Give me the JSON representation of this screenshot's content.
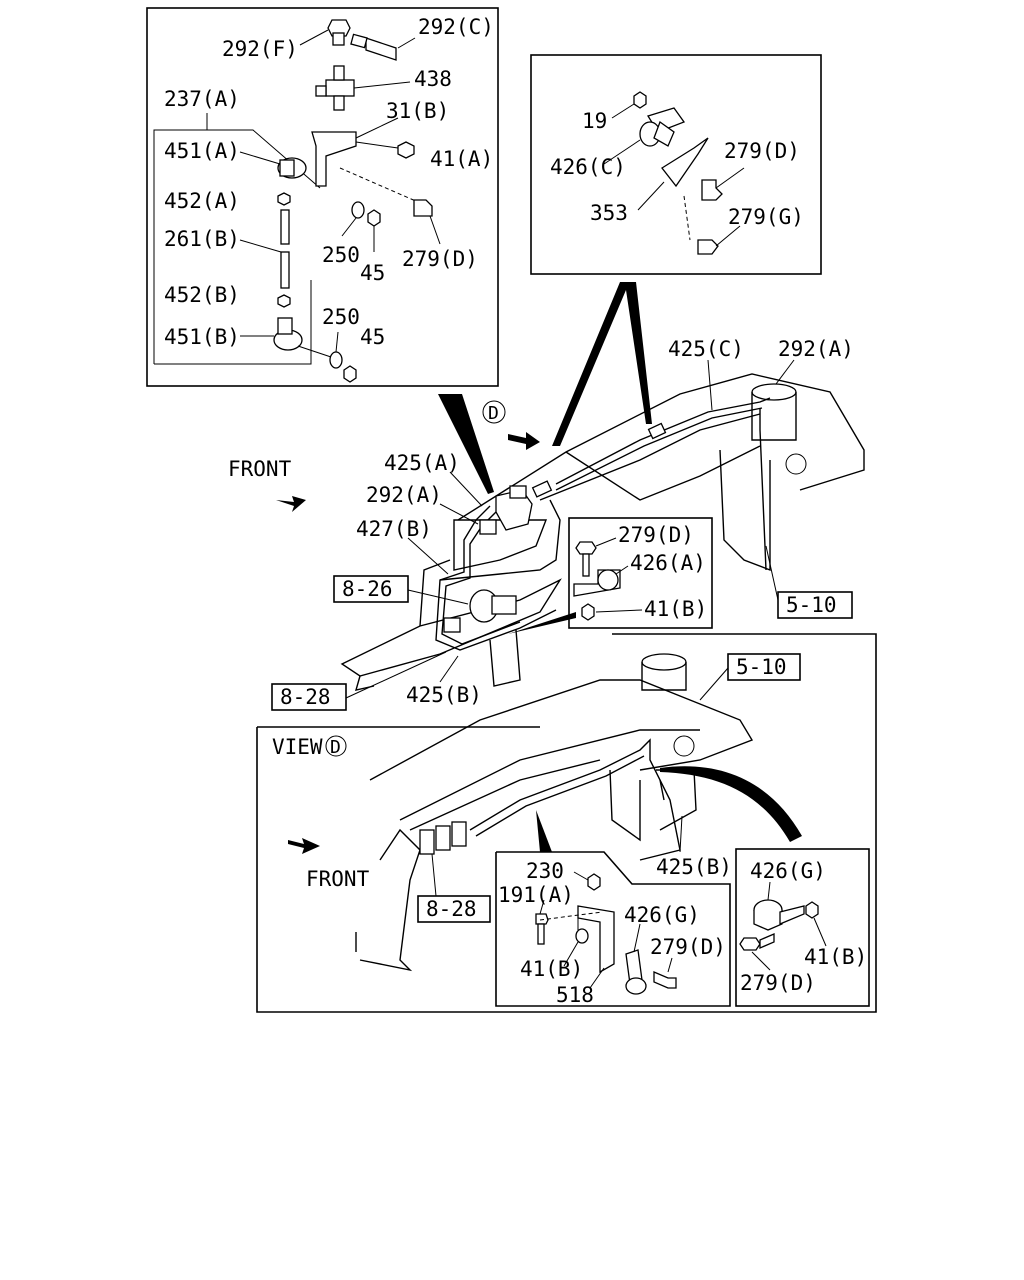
{
  "labels": {
    "l292f": "292(F)",
    "l292c": "292(C)",
    "l438": "438",
    "l237a": "237(A)",
    "l31b": "31(B)",
    "l451a": "451(A)",
    "l41a": "41(A)",
    "l452a": "452(A)",
    "l261b": "261(B)",
    "l250_1": "250",
    "l45_1": "45",
    "l279d_1": "279(D)",
    "l452b": "452(B)",
    "l250_2": "250",
    "l451b": "451(B)",
    "l45_2": "45",
    "l19": "19",
    "l426c": "426(C)",
    "l279d_2": "279(D)",
    "l353": "353",
    "l279g": "279(G)",
    "l425c": "425(C)",
    "l292a_1": "292(A)",
    "front_1": "FRONT",
    "l425a": "425(A)",
    "l292a_2": "292(A)",
    "l427b": "427(B)",
    "l279d_3": "279(D)",
    "l426a": "426(A)",
    "l41b_1": "41(B)",
    "ref_8_26": "8-26",
    "ref_5_10_1": "5-10",
    "ref_8_28_1": "8-28",
    "l425b_1": "425(B)",
    "ref_5_10_2": "5-10",
    "view_d": "VIEW",
    "front_2": "FRONT",
    "ref_8_28_2": "8-28",
    "l425b_2": "425(B)",
    "l230": "230",
    "l191a": "191(A)",
    "l426g_1": "426(G)",
    "l41b_2": "41(B)",
    "l279d_4": "279(D)",
    "l518": "518",
    "l426g_2": "426(G)",
    "l41b_3": "41(B)",
    "l279d_5": "279(D)",
    "view_marker_1": "D",
    "view_marker_2": "D"
  }
}
